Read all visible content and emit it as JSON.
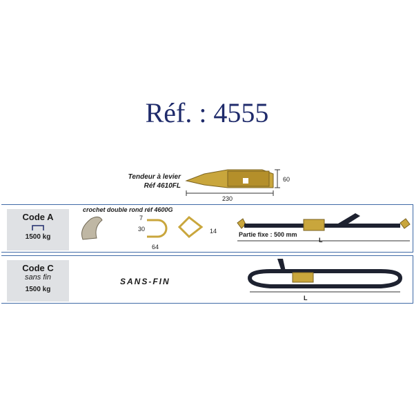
{
  "title": "Réf. : 4555",
  "tensioner": {
    "name": "Tendeur à levier",
    "ref": "Réf 4610FL",
    "height_dim": "60",
    "length_dim": "230"
  },
  "code_a": {
    "code": "Code A",
    "load": "1500 kg",
    "hook_label": "crochet double rond réf 4600G",
    "dim_7": "7",
    "dim_30": "30",
    "dim_64": "64",
    "dim_14": "14",
    "fixed_part": "Partie fixe : 500 mm",
    "length": "L"
  },
  "code_c": {
    "code": "Code C",
    "sub": "sans fin",
    "load": "1500 kg",
    "label": "SANS-FIN",
    "length": "L"
  },
  "colors": {
    "title": "#1f2b6b",
    "panel_border": "#3f6aa6",
    "code_box": "#dfe1e4",
    "strap": "#1e2230",
    "metal": "#c9a63c"
  }
}
